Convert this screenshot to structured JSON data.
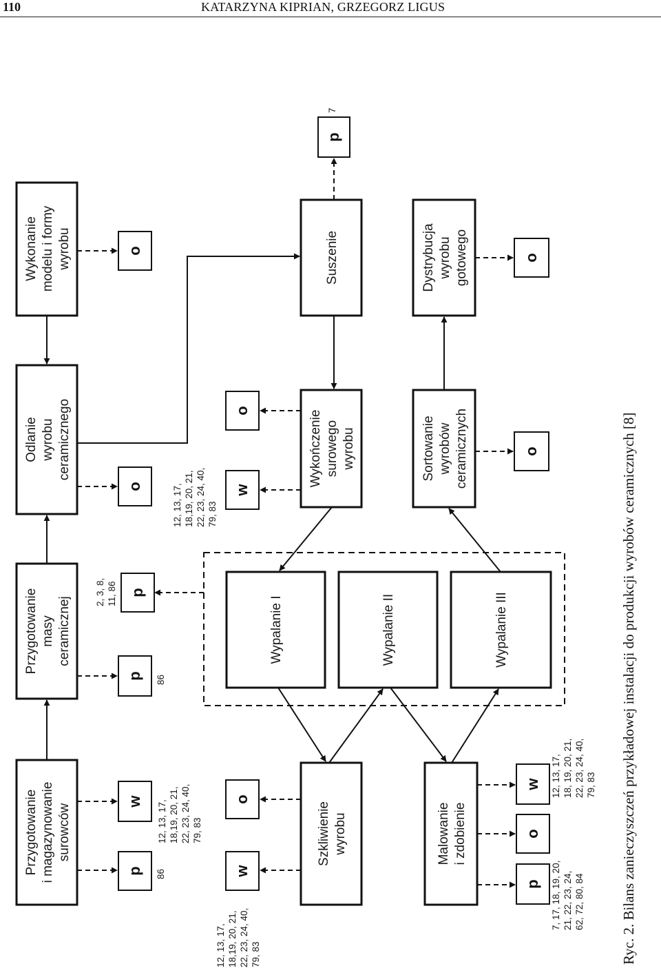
{
  "header": {
    "page_number": "110",
    "running_head": "KATARZYNA KIPRIAN, GRZEGORZ LIGUS"
  },
  "caption": "Ryc. 2. Bilans zanieczyszczeń przykładowej instalacji do produkcji wyrobów ceramicznych [8]",
  "process_boxes": {
    "przygotowanie_surowcow": [
      "Przygotowanie",
      "i magazynowanie",
      "surowców"
    ],
    "przygotowanie_masy": [
      "Przygotowanie",
      "masy",
      "ceramicznej"
    ],
    "odlanie": [
      "Odlanie",
      "wyrobu",
      "ceramicznego"
    ],
    "wykonanie_modelu": [
      "Wykonanie",
      "modelu i formy",
      "wyrobu"
    ],
    "szkliwienie": [
      "Szkliwienie",
      "wyrobu"
    ],
    "malowanie": [
      "Malowanie",
      "i zdobienie"
    ],
    "wypalanie_1": [
      "Wypalanie I"
    ],
    "wypalanie_2": [
      "Wypalanie II"
    ],
    "wypalanie_3": [
      "Wypalanie III"
    ],
    "wykonczenie": [
      "Wykończenie",
      "surowego",
      "wyrobu"
    ],
    "sortowanie": [
      "Sortowanie",
      "wyrobów",
      "ceramicznych"
    ],
    "suszenie": [
      "Suszenie"
    ],
    "dystrybucja": [
      "Dystrybucja",
      "wyrobu",
      "gotowego"
    ]
  },
  "emission_labels": {
    "p": "p",
    "w": "w",
    "o": "o"
  },
  "reference_numbers": {
    "surowce_p": [
      "86"
    ],
    "surowce_w": [
      "12, 13, 17,",
      "18,19, 20, 21,",
      "22, 23, 24, 40,",
      "79, 83"
    ],
    "masa_p1": [
      "86"
    ],
    "masa_p2": [
      "2, 3, 8,",
      "11, 86"
    ],
    "szkliwienie_w": [
      "12, 13, 17,",
      "18,19, 20, 21,",
      "22, 23, 24, 40,",
      "79, 83"
    ],
    "wykonczenie_w": [
      "12, 13, 17,",
      "18,19, 20, 21,",
      "22, 23, 24, 40,",
      "79, 83"
    ],
    "malowanie_p": [
      "7, 17, 18, 19, 20,",
      "21, 22, 23, 24,",
      "62, 72, 80, 84"
    ],
    "malowanie_w": [
      "12, 13, 17,",
      "18, 19, 20, 21,",
      "22, 23, 24, 40,",
      "79, 83"
    ],
    "suszenie_p": [
      "7"
    ]
  }
}
